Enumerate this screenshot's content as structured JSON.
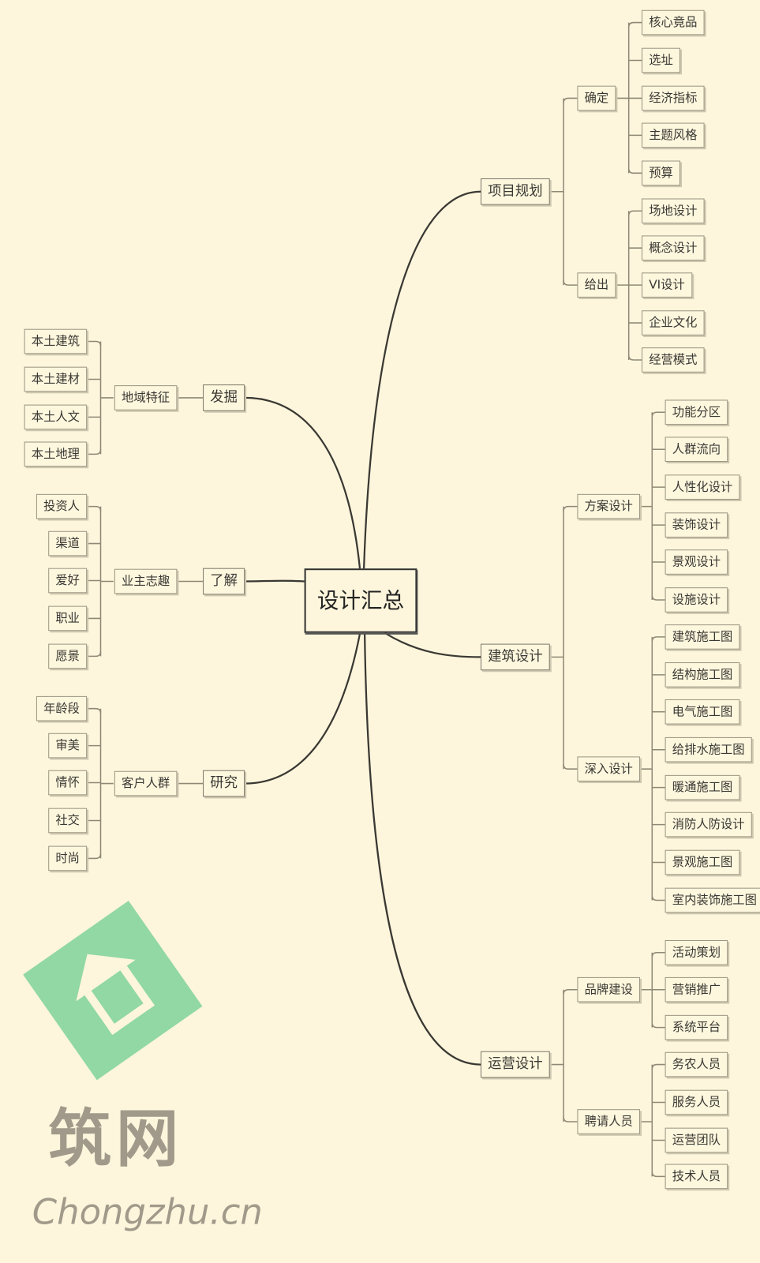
{
  "center": "设计汇总",
  "right": [
    {
      "label": "项目规划",
      "children": [
        {
          "label": "确定",
          "children": [
            "核心竟品",
            "选址",
            "经济指标",
            "主题风格",
            "预算"
          ]
        },
        {
          "label": "给出",
          "children": [
            "场地设计",
            "概念设计",
            "VI设计",
            "企业文化",
            "经营模式"
          ]
        }
      ]
    },
    {
      "label": "建筑设计",
      "children": [
        {
          "label": "方案设计",
          "children": [
            "功能分区",
            "人群流向",
            "人性化设计",
            "装饰设计",
            "景观设计",
            "设施设计"
          ]
        },
        {
          "label": "深入设计",
          "children": [
            "建筑施工图",
            "结构施工图",
            "电气施工图",
            "给排水施工图",
            "暖通施工图",
            "消防人防设计",
            "景观施工图",
            "室内装饰施工图"
          ]
        }
      ]
    },
    {
      "label": "运营设计",
      "children": [
        {
          "label": "品牌建设",
          "children": [
            "活动策划",
            "营销推广",
            "系统平台"
          ]
        },
        {
          "label": "聘请人员",
          "children": [
            "务农人员",
            "服务人员",
            "运营团队",
            "技术人员"
          ]
        }
      ]
    }
  ],
  "left": [
    {
      "label": "发掘",
      "children": [
        {
          "label": "地域特征",
          "children": [
            "本土建筑",
            "本土建材",
            "本土人文",
            "本土地理"
          ]
        }
      ]
    },
    {
      "label": "了解",
      "children": [
        {
          "label": "业主志趣",
          "children": [
            "投资人",
            "渠道",
            "爱好",
            "职业",
            "愿景"
          ]
        }
      ]
    },
    {
      "label": "研究",
      "children": [
        {
          "label": "客户人群",
          "children": [
            "年龄段",
            "审美",
            "情怀",
            "社交",
            "时尚"
          ]
        }
      ]
    }
  ],
  "watermark": {
    "cn": "筑网",
    "en": "Chongzhu.cn"
  },
  "colors": {
    "background": "#fdf6dc",
    "logo": "#7fd39a",
    "line": "#3a3833"
  }
}
